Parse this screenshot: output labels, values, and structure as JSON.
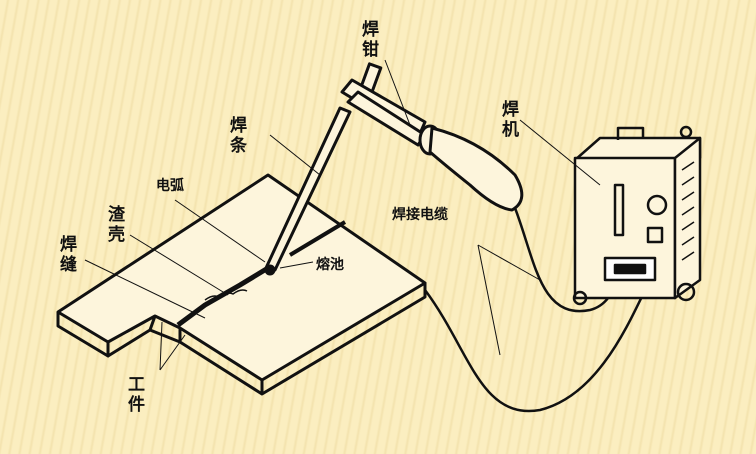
{
  "labels": {
    "holder": "焊钳",
    "machine": "焊机",
    "electrode": "焊条",
    "arc": "电弧",
    "slag": "渣壳",
    "weld": "焊缝",
    "pool": "熔池",
    "cable": "焊接电缆",
    "workpiece": "工件"
  }
}
